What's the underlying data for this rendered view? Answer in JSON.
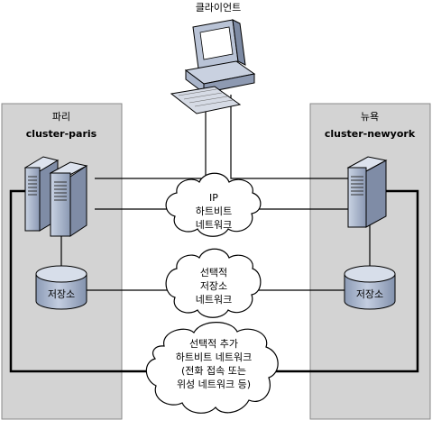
{
  "client": {
    "label": "클라이언트"
  },
  "sites": [
    {
      "region": "파리",
      "cluster": "cluster-paris"
    },
    {
      "region": "뉴욕",
      "cluster": "cluster-newyork"
    }
  ],
  "storage_labels": [
    "저장소",
    "저장소"
  ],
  "networks": [
    {
      "lines": [
        "IP",
        "하트비트",
        "네트워크"
      ]
    },
    {
      "lines": [
        "선택적",
        "저장소",
        "네트워크"
      ]
    },
    {
      "lines": [
        "선택적 추가",
        "하트비트 네트워크",
        "(전화 접속 또는",
        "위성 네트워크 등)"
      ]
    }
  ]
}
